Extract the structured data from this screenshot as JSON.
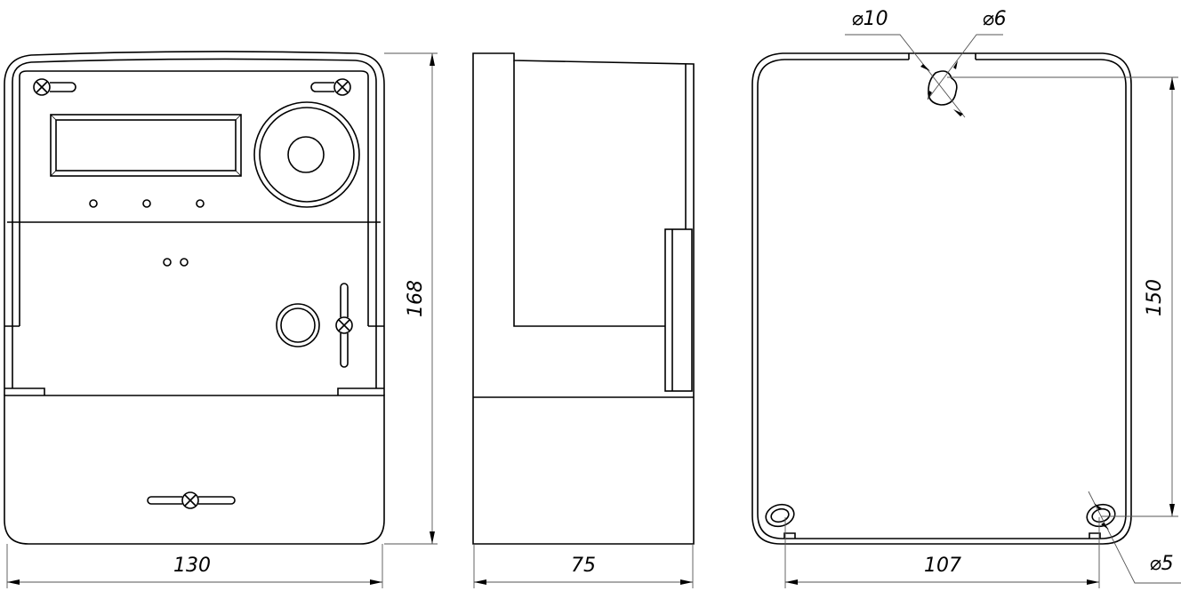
{
  "title": "Meter dimensional drawing",
  "views": {
    "front": {
      "width_dim": "130",
      "height_dim": "168"
    },
    "side": {
      "depth_dim": "75"
    },
    "back": {
      "hole_spacing_dim": "107",
      "hole_height_dim": "150",
      "keyhole_large_dia": "⌀10",
      "keyhole_small_dia": "⌀6",
      "mount_hole_dia": "⌀5"
    }
  },
  "colors": {
    "line": "#000000",
    "background": "#ffffff"
  }
}
